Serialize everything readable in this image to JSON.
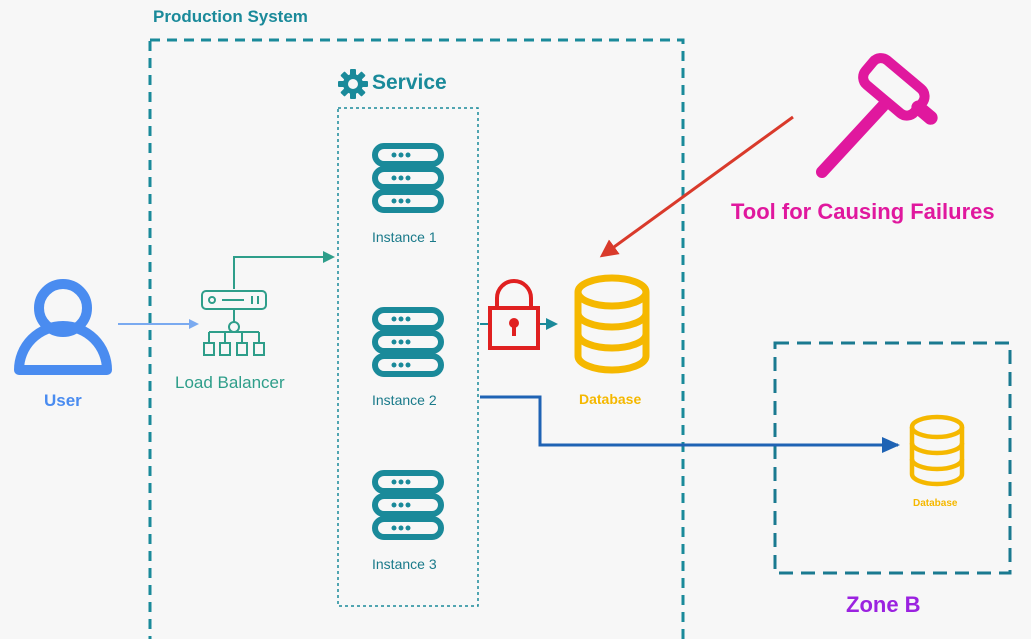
{
  "production_system": {
    "label": "Production System"
  },
  "service": {
    "label": "Service"
  },
  "user": {
    "label": "User"
  },
  "load_balancer": {
    "label": "Load Balancer"
  },
  "instances": [
    {
      "label": "Instance 1"
    },
    {
      "label": "Instance 2"
    },
    {
      "label": "Instance 3"
    }
  ],
  "database_main": {
    "label": "Database"
  },
  "database_zone_b": {
    "label": "Database"
  },
  "failure_tool": {
    "label": "Tool for Causing Failures"
  },
  "zone_b": {
    "label": "Zone B"
  },
  "colors": {
    "teal": "#1a8a9a",
    "blue_user": "#4a8cf0",
    "green_lb": "#2e9e8a",
    "gold_db": "#f5b800",
    "magenta": "#e0189e",
    "red": "#e02020",
    "purple": "#9b22e0",
    "dark_blue": "#1f63b4"
  },
  "icons": [
    "user-icon",
    "load-balancer-icon",
    "server-icon",
    "lock-icon",
    "database-icon",
    "hammer-icon",
    "gear-icon"
  ]
}
